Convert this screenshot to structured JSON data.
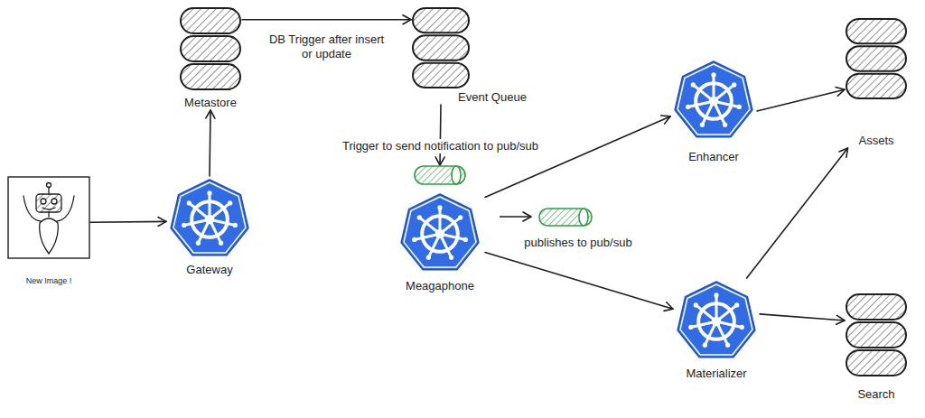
{
  "diagram": {
    "nodes": [
      {
        "text": [
          "New Image !"
        ]
      },
      {
        "text": [
          "Metastore"
        ]
      },
      {
        "text": [
          "Event Queue"
        ]
      },
      {
        "text": [
          "Gateway"
        ]
      },
      {
        "text": [
          "Meagaphone"
        ]
      },
      {
        "text": [
          "Enhancer"
        ]
      },
      {
        "text": [
          "Assets"
        ]
      },
      {
        "text": [
          "Materializer"
        ]
      },
      {
        "text": [
          "Search"
        ]
      }
    ],
    "edges": [
      {
        "from": 0,
        "to": 3,
        "arrow": "to"
      },
      {
        "from": 3,
        "to": 1,
        "arrow": "to"
      },
      {
        "from": 1,
        "to": 2,
        "label": "DB Trigger after insert or update",
        "arrow": "to"
      },
      {
        "from": 2,
        "to": 4,
        "label": "Trigger to send notification to pub/sub",
        "arrow": "to"
      },
      {
        "from": 4,
        "to": 5,
        "arrow": "to"
      },
      {
        "from": 4,
        "to": 7,
        "arrow": "to"
      },
      {
        "from": 5,
        "to": 6,
        "arrow": "to"
      },
      {
        "from": 7,
        "to": 6,
        "arrow": "to"
      },
      {
        "from": 7,
        "to": 8,
        "arrow": "to"
      }
    ],
    "labels": [
      "publishes to pub/sub"
    ]
  }
}
